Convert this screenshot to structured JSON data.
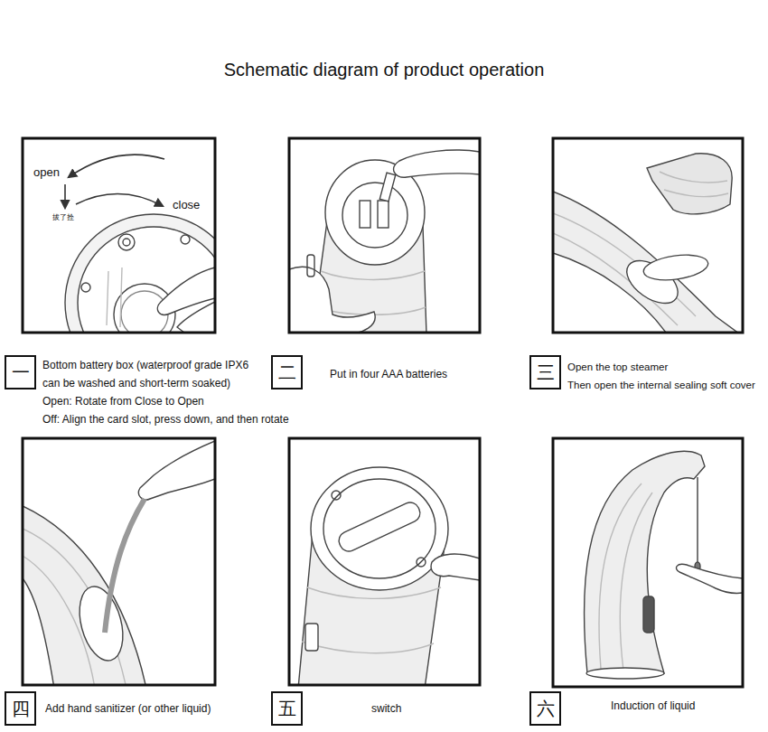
{
  "diagram": {
    "title": "Schematic diagram of product operation",
    "nodes": [
      {
        "text": [
          "一"
        ]
      },
      {
        "text": [
          "二"
        ]
      },
      {
        "text": [
          "三"
        ]
      },
      {
        "text": [
          "四"
        ]
      },
      {
        "text": [
          "五"
        ]
      },
      {
        "text": [
          "六"
        ]
      }
    ],
    "labels": [
      "open",
      "拔了拴",
      "close",
      "Bottom battery box (waterproof grade IPX6 can be washed and short-term soaked)",
      "Open: Rotate from Close to Open",
      "Off: Align the card slot, press down, and then rotate",
      "Put in four AAA batteries",
      "Open the top steamer",
      "Then open the internal sealing soft cover",
      "Add hand sanitizer (or other liquid)",
      "switch",
      "Induction of liquid"
    ]
  }
}
